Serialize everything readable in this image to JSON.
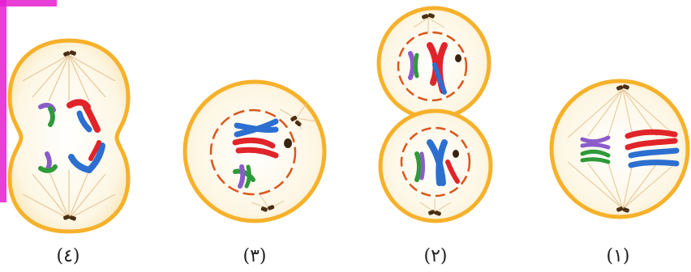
{
  "labels": {
    "cell_4": "(٤)",
    "cell_3": "(٣)",
    "cell_2": "(٢)",
    "cell_1": "(١)"
  },
  "colors": {
    "membrane": "#f6b12b",
    "cytoplasm": "#fbf1d6",
    "spindle": "#e6c89a",
    "nuclear_envelope": "#d9571c",
    "red": "#e0242a",
    "blue": "#2d6fd0",
    "purple": "#8b5cc9",
    "green": "#2e9a3a",
    "centrosome": "#4a2f14",
    "edge_mark": "#e41fd0"
  }
}
